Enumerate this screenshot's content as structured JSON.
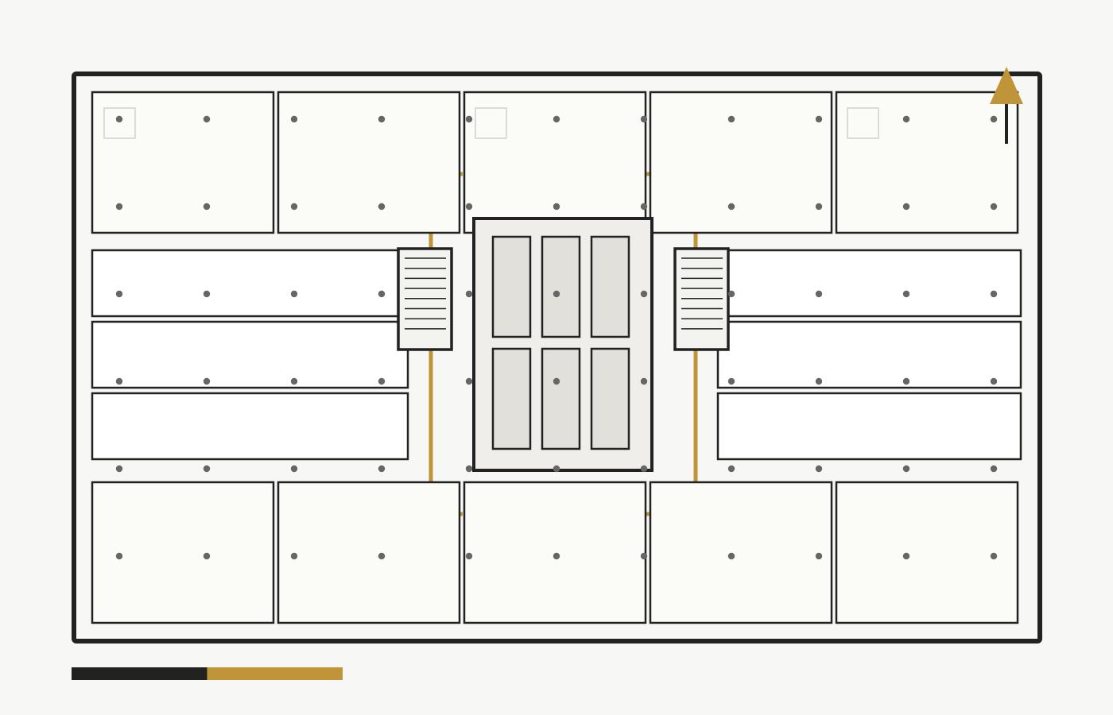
{
  "colors": {
    "background": "#f7f7f5",
    "wall": "#222222",
    "room_fill": "#fbfbf8",
    "corridor_room_fill": "#ffffff",
    "core_fill": "#efeeea",
    "elevator_fill": "#e1e0da",
    "stair_fill": "#f3f3f0",
    "accent": "#c0953a",
    "column": "#666666",
    "outlet": "#dcdcd6"
  },
  "icons": {
    "north_arrow": "north-arrow-icon",
    "scale_bar": "scale-bar"
  },
  "plan": {
    "top_rooms": 5,
    "bottom_rooms": 5,
    "left_wing_rooms": 3,
    "right_wing_rooms": 3,
    "elevators": 6,
    "stairs": 2,
    "stair_steps": 8,
    "column_grid": {
      "columns": 11,
      "rows": 6
    }
  },
  "scale_bar": {
    "segments": 2,
    "segment_colors": [
      "#222222",
      "#c0953a"
    ]
  }
}
